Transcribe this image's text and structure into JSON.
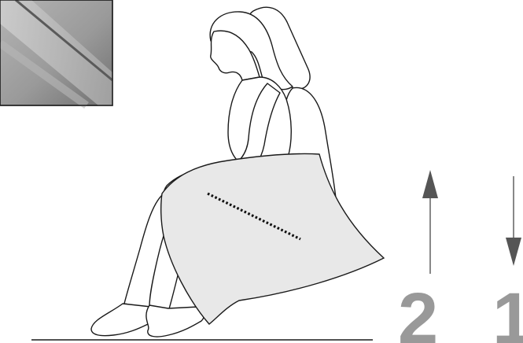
{
  "figure": {
    "background_color": "#ffffff",
    "line_color": "#1a1a1a",
    "cushion_fill": "#e8e8e8",
    "inset_photo_shade": "#8a8a8a",
    "number_color": "#999999",
    "arrow_color": "#555555"
  },
  "indicators": [
    {
      "label": "2",
      "arrow": "up"
    },
    {
      "label": "1",
      "arrow": "down"
    }
  ]
}
